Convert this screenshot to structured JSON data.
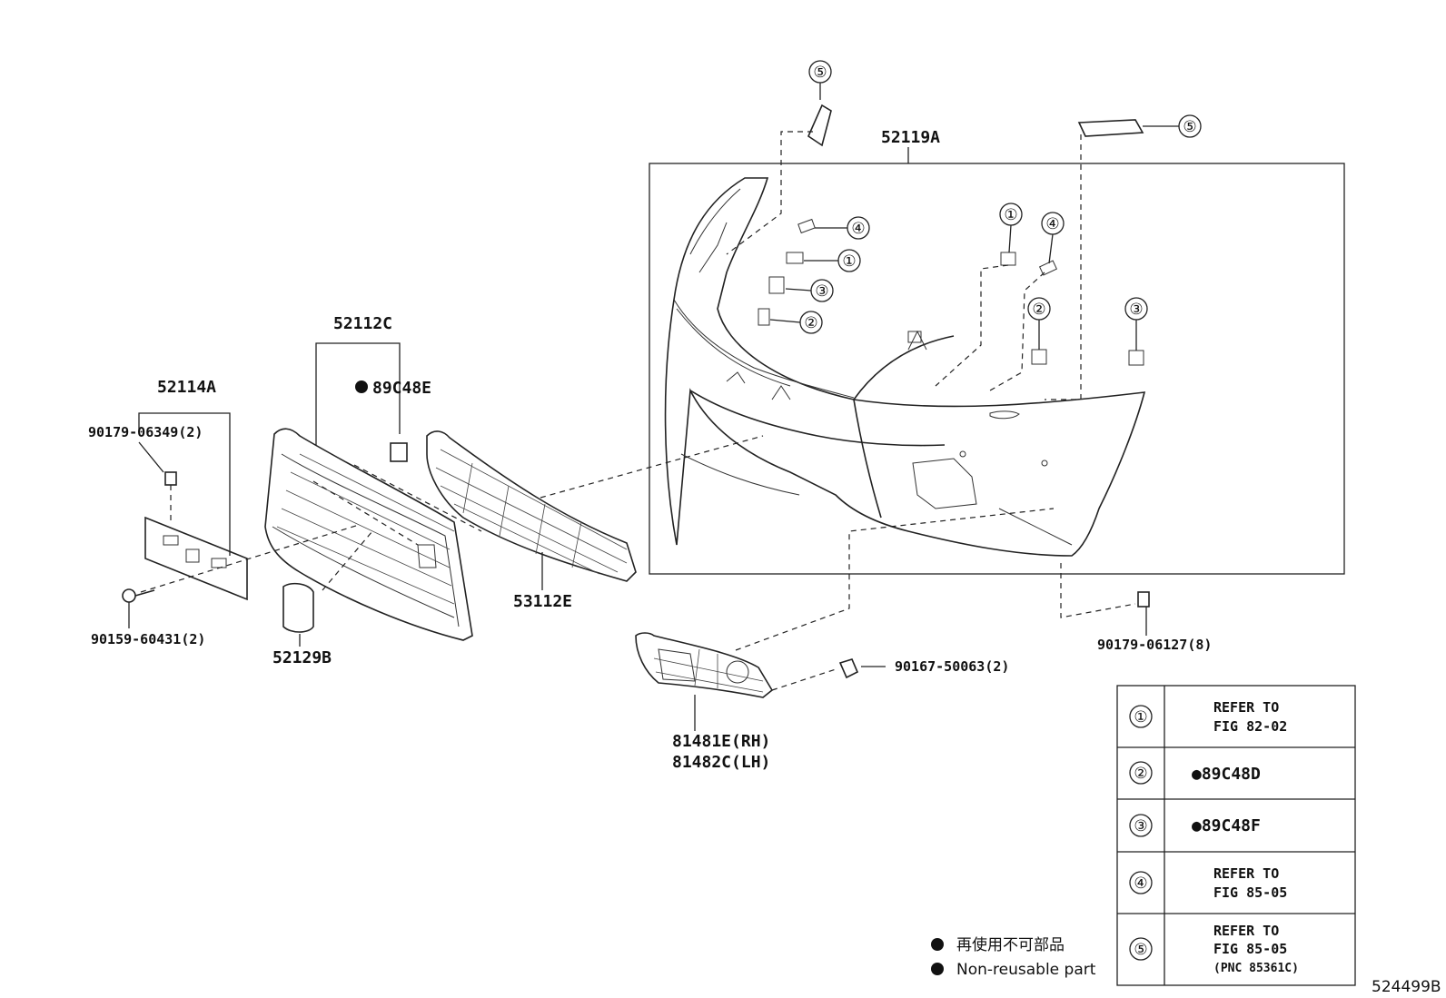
{
  "parts": {
    "bumper_cover": "52119A",
    "center_grille": "52112C",
    "clip_89c48e": "89C48E",
    "license_bracket": "52114A",
    "clip_90179_06349": "90179-06349(2)",
    "screw_90159": "90159-60431(2)",
    "tow_cover": "52129B",
    "lower_grille": "53112E",
    "fog_bezel_rh": "81481E(RH)",
    "fog_bezel_lh": "81482C(LH)",
    "screw_90167": "90167-50063(2)",
    "nut_90179_06127": "90179-06127(8)"
  },
  "callouts": [
    "①",
    "②",
    "③",
    "④",
    "⑤"
  ],
  "table": [
    {
      "symbol": "①",
      "line1": "REFER TO",
      "line2": "FIG 82-02",
      "line3": ""
    },
    {
      "symbol": "②",
      "line1": "●89C48D",
      "line2": "",
      "line3": ""
    },
    {
      "symbol": "③",
      "line1": "●89C48F",
      "line2": "",
      "line3": ""
    },
    {
      "symbol": "④",
      "line1": "REFER TO",
      "line2": "FIG 85-05",
      "line3": ""
    },
    {
      "symbol": "⑤",
      "line1": "REFER TO",
      "line2": "FIG 85-05",
      "line3": "(PNC 85361C)"
    }
  ],
  "legend": {
    "jp": "再使用不可部品",
    "en": "Non-reusable part"
  },
  "diagram_id": "524499B"
}
